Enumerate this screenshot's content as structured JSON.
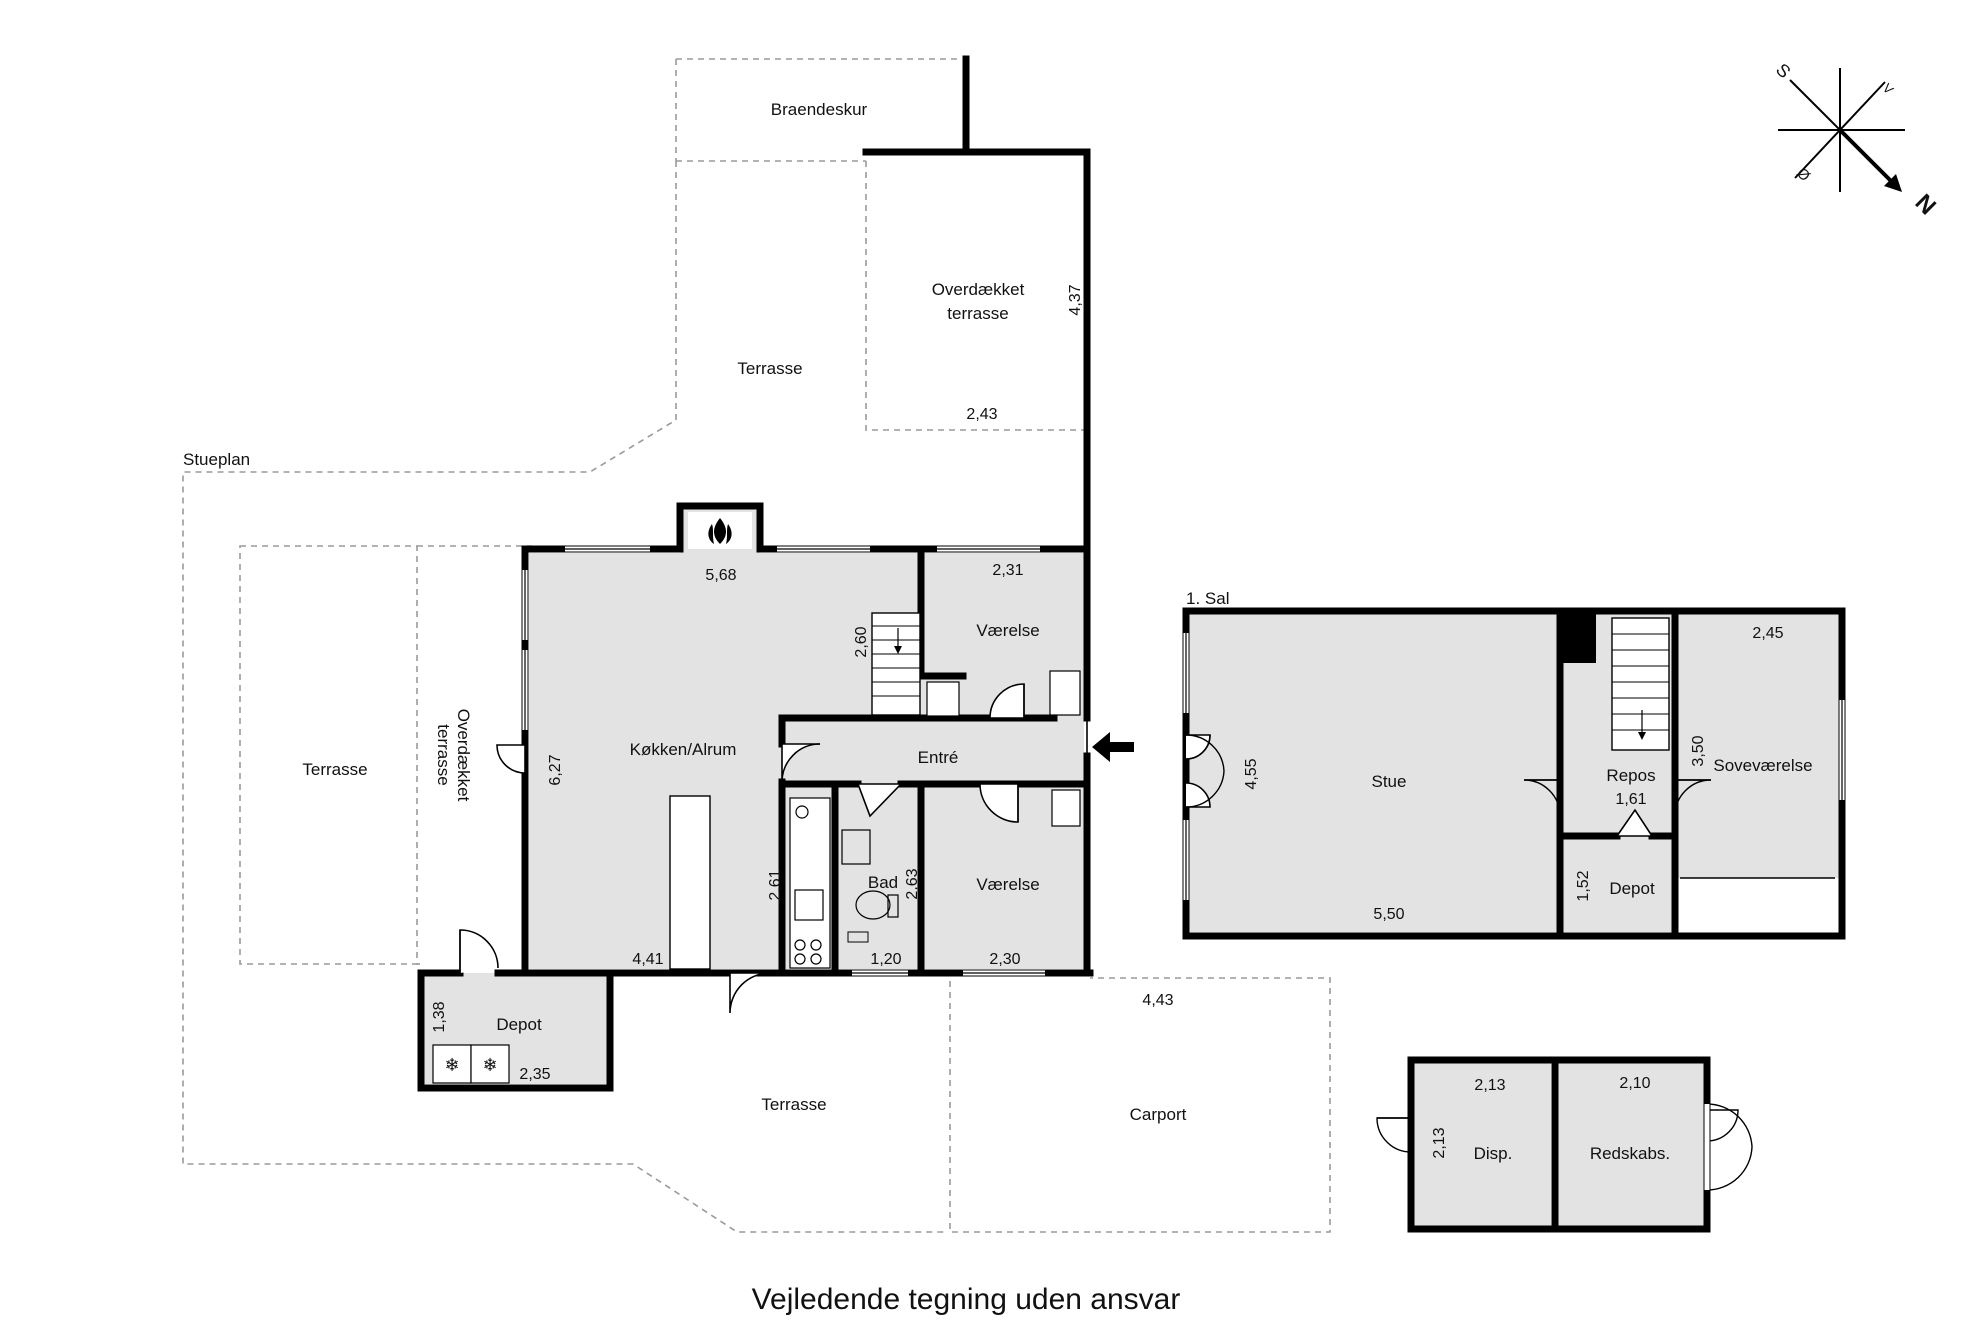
{
  "caption": "Vejledende tegning uden ansvar",
  "floors": {
    "ground": "Stueplan",
    "upper": "1. Sal"
  },
  "compass": {
    "north": "N",
    "south": "S",
    "east": "Ø",
    "west": "V"
  },
  "rooms": {
    "braendeskur": "Braendeskur",
    "overdaekket_terrasse_top_line1": "Overdækket",
    "overdaekket_terrasse_top_line2": "terrasse",
    "terrasse_top": "Terrasse",
    "terrasse_left": "Terrasse",
    "overdaekket_terrasse_left_line1": "Overdækket",
    "overdaekket_terrasse_left_line2": "terrasse",
    "koekken": "Køkken/Alrum",
    "entre": "Entré",
    "vaerelse_top": "Værelse",
    "vaerelse_bottom": "Værelse",
    "bad": "Bad",
    "depot_ground": "Depot",
    "terrasse_bottom": "Terrasse",
    "carport": "Carport",
    "stue": "Stue",
    "repos": "Repos",
    "depot_upper": "Depot",
    "sovevaerelse": "Soveværelse",
    "disp": "Disp.",
    "redskabs": "Redskabs."
  },
  "dimensions": {
    "overdaekket_height": "4,37",
    "overdaekket_width": "2,43",
    "koekken_width_top": "5,68",
    "koekken_height": "6,27",
    "koekken_width_bottom": "4,41",
    "stair_ground": "2,60",
    "vaerelse_top_width": "2,31",
    "bath_corridor": "2,61",
    "bad_height": "2,63",
    "bad_width": "1,20",
    "vaerelse_bottom_width": "2,30",
    "depot_height": "1,38",
    "depot_width": "2,35",
    "carport_width": "4,43",
    "stue_height": "4,55",
    "stue_width": "5,50",
    "repos_width": "1,61",
    "sove_width": "2,45",
    "sove_height": "3,50",
    "depot_upper_height": "1,52",
    "disp_width": "2,13",
    "disp_height": "2,13",
    "redskabs_width": "2,10"
  }
}
